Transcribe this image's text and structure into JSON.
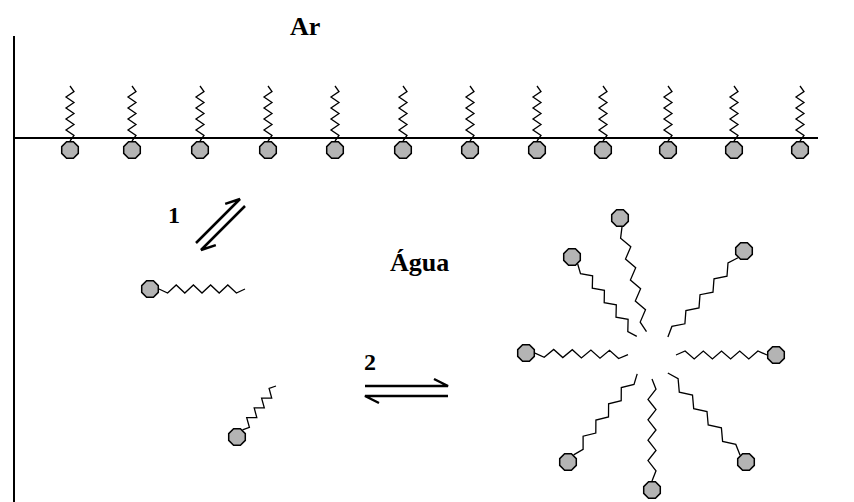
{
  "diagram": {
    "labels": [
      "Ar",
      "Água",
      "1",
      "2"
    ]
  }
}
